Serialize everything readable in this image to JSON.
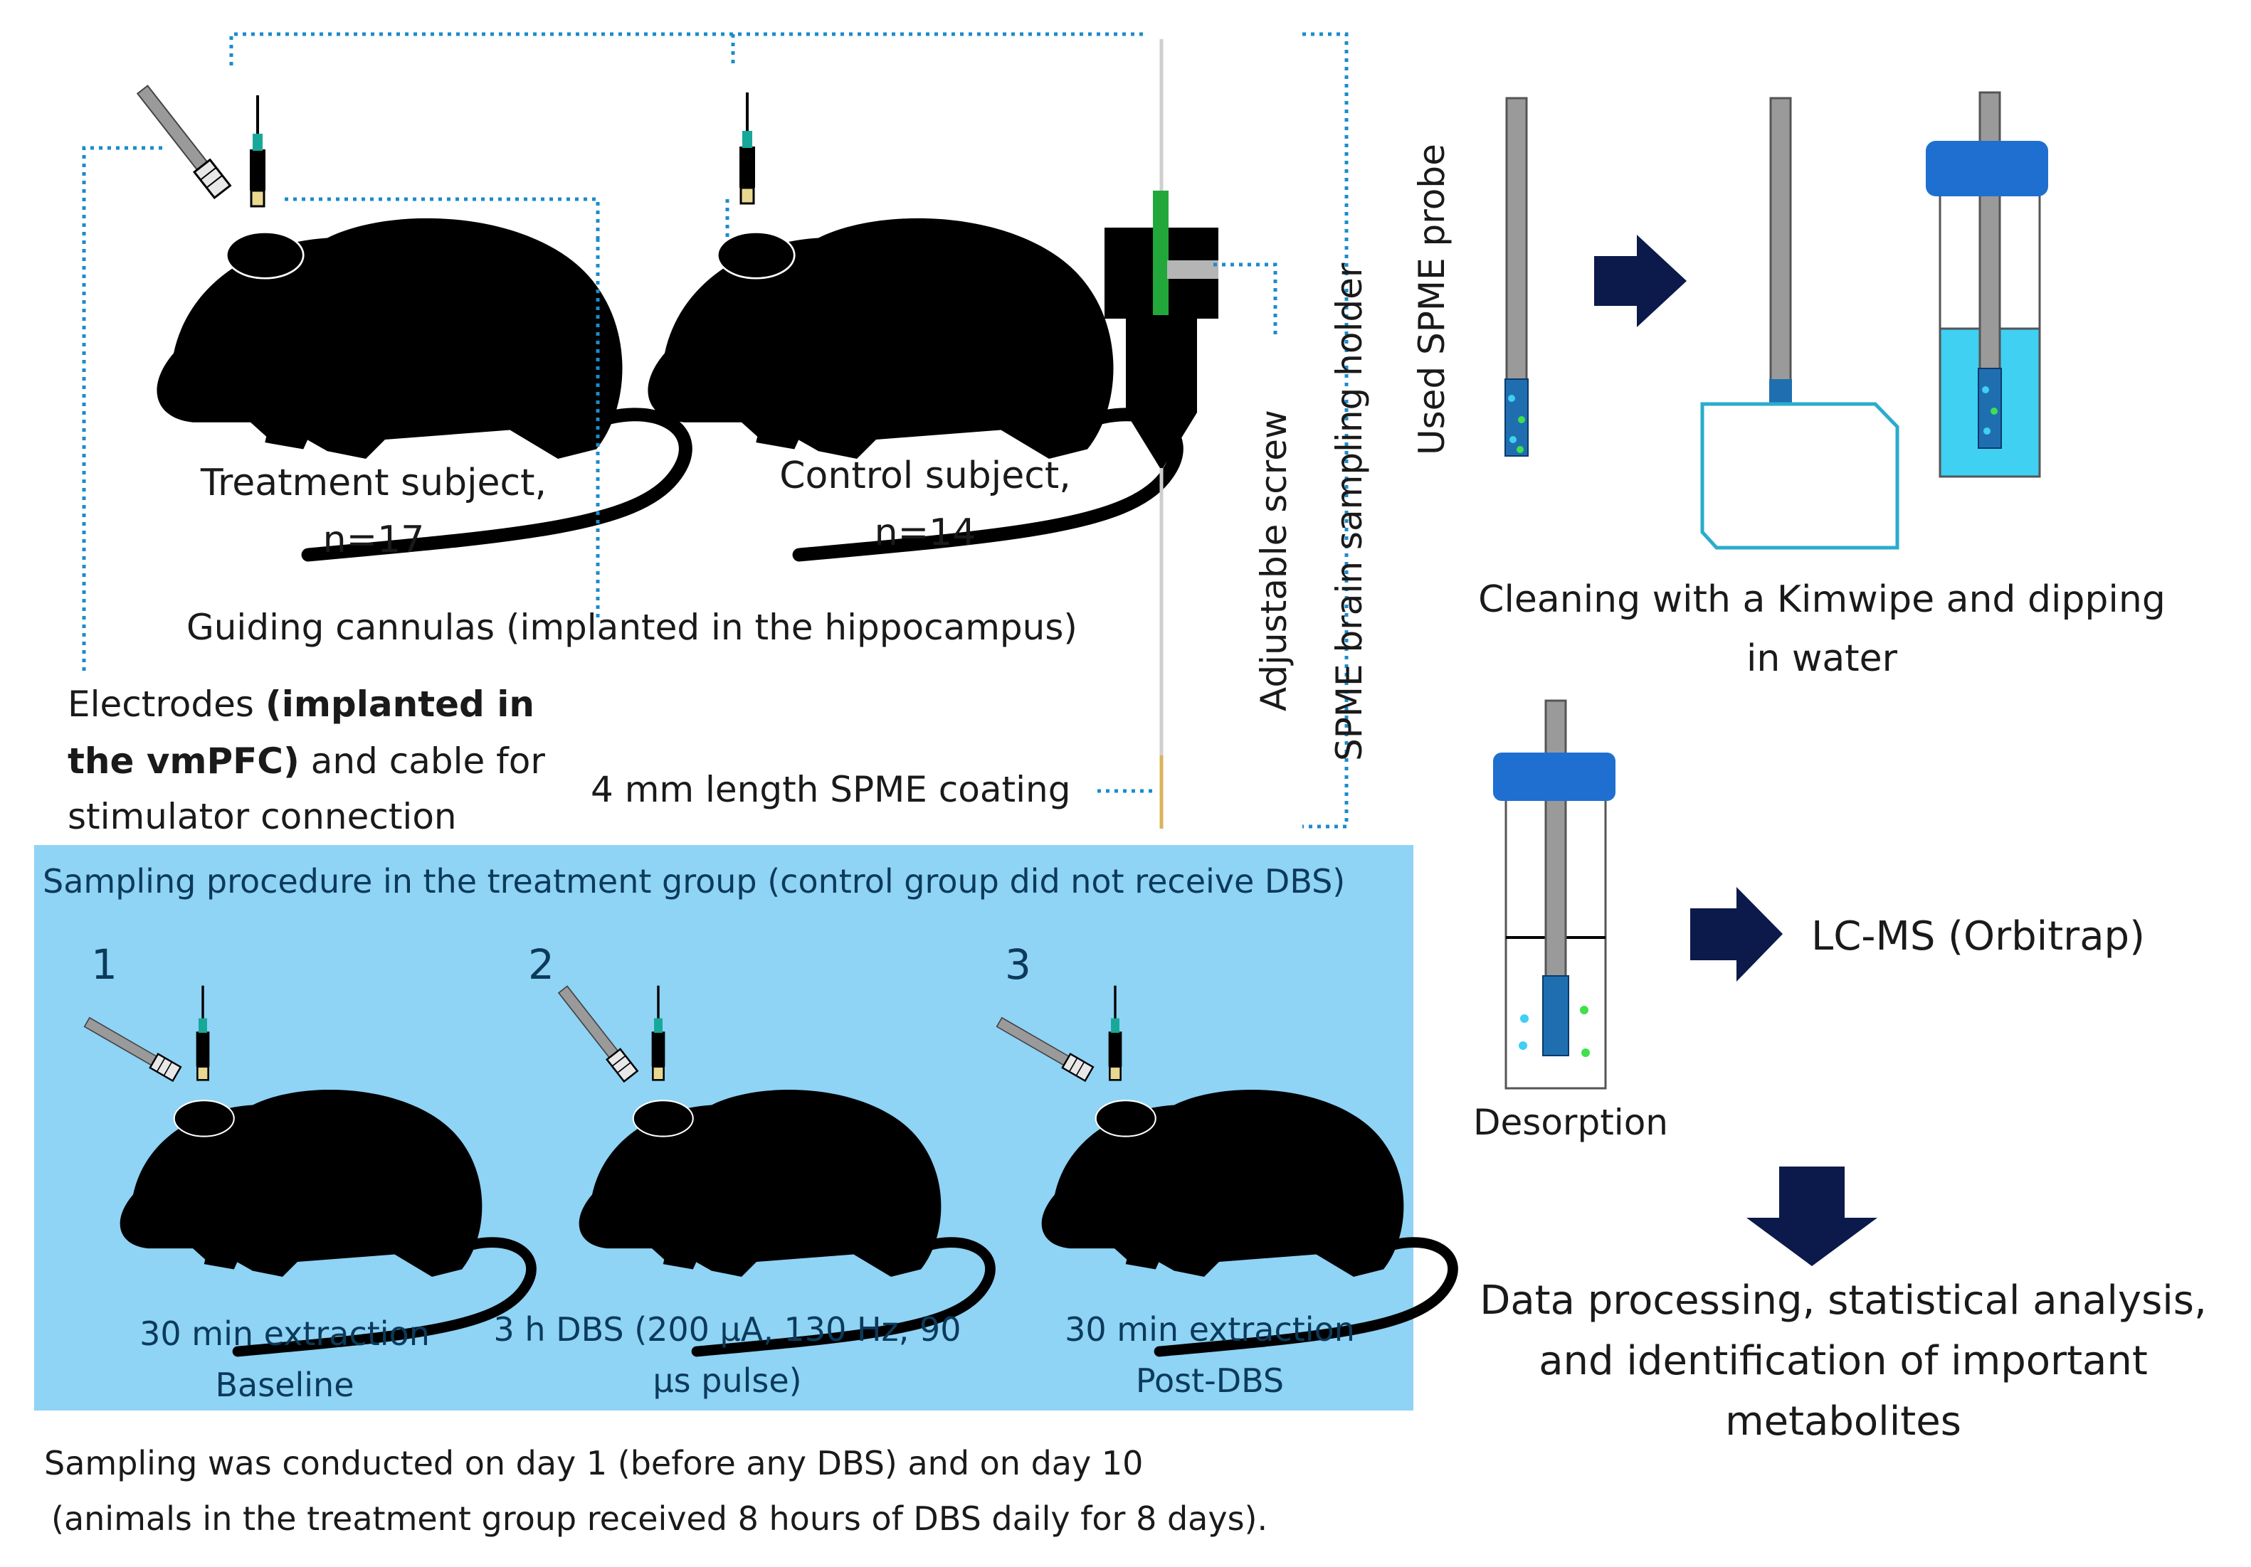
{
  "colors": {
    "panel_bg": "#8fd3f5",
    "dotted_line": "#1a8ccc",
    "arrow": "#0b1a4a",
    "cap": "#1f6fd0",
    "water": "#3fd0f2",
    "holder_green": "#22a83a",
    "silhouette": "#000000"
  },
  "labels": {
    "treatment_subject": "Treatment subject,",
    "treatment_n": "n=17",
    "control_subject": "Control subject,",
    "control_n": "n=14",
    "guiding_cannulas": "Guiding cannulas (implanted in the hippocampus)",
    "electrodes_1a": "Electrodes ",
    "electrodes_1b": "(implanted in",
    "electrodes_2a": "the vmPFC)",
    "electrodes_2b": " and cable for",
    "electrodes_3": "stimulator connection",
    "coating": "4 mm length SPME coating",
    "adjustable_screw": "Adjustable screw",
    "holder": "SPME brain sampling holder",
    "used_probe": "Used SPME probe",
    "cleaning_1": "Cleaning with a Kimwipe and dipping",
    "cleaning_2": "in water",
    "desorption": "Desorption",
    "lcms": "LC-MS (Orbitrap)",
    "data_processing_1": "Data processing, statistical analysis,",
    "data_processing_2": "and identification of important",
    "data_processing_3": "metabolites"
  },
  "panel": {
    "title": "Sampling procedure in the treatment group (control group did not receive DBS)",
    "steps": [
      {
        "number": "1",
        "line1": "30 min extraction",
        "line2": "Baseline"
      },
      {
        "number": "2",
        "line1": "3 h DBS (200 µA, 130 Hz, 90",
        "line2": "µs pulse)"
      },
      {
        "number": "3",
        "line1": "30 min extraction",
        "line2": "Post-DBS"
      }
    ]
  },
  "footnote": {
    "line1": "Sampling was conducted on day 1 (before any DBS) and on day 10",
    "line2": "(animals in the treatment group received 8 hours of DBS daily for 8 days)."
  }
}
